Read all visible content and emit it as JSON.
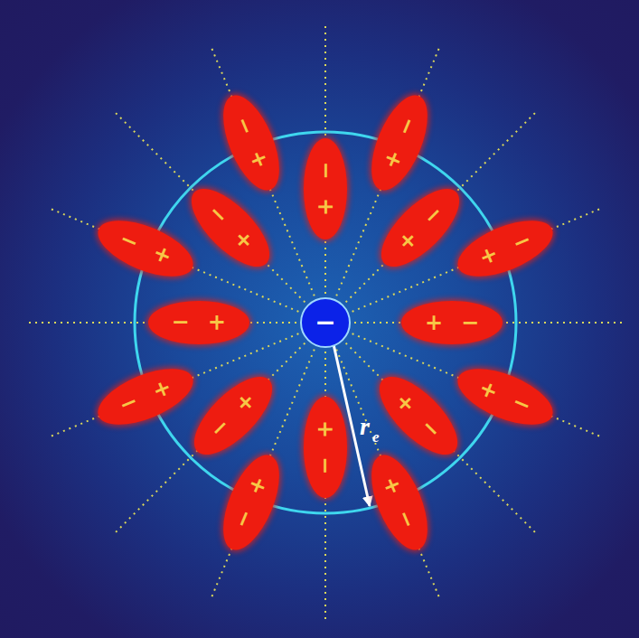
{
  "diagram": {
    "nodes": [
      {
        "text": [
          "−"
        ]
      },
      {
        "text": [
          "−",
          "+"
        ]
      },
      {
        "text": [
          "−",
          "+"
        ]
      },
      {
        "text": [
          "−",
          "+"
        ]
      },
      {
        "text": [
          "−",
          "+"
        ]
      },
      {
        "text": [
          "−",
          "+"
        ]
      },
      {
        "text": [
          "−",
          "+"
        ]
      },
      {
        "text": [
          "−",
          "+"
        ]
      },
      {
        "text": [
          "−",
          "+"
        ]
      },
      {
        "text": [
          "−",
          "+"
        ]
      },
      {
        "text": [
          "−",
          "+"
        ]
      },
      {
        "text": [
          "−",
          "+"
        ]
      },
      {
        "text": [
          "−",
          "+"
        ]
      },
      {
        "text": [
          "−",
          "+"
        ]
      },
      {
        "text": [
          "−",
          "+"
        ]
      },
      {
        "text": [
          "−",
          "+"
        ]
      },
      {
        "text": [
          "−",
          "+"
        ]
      }
    ],
    "labels": [
      "r",
      "e"
    ]
  }
}
